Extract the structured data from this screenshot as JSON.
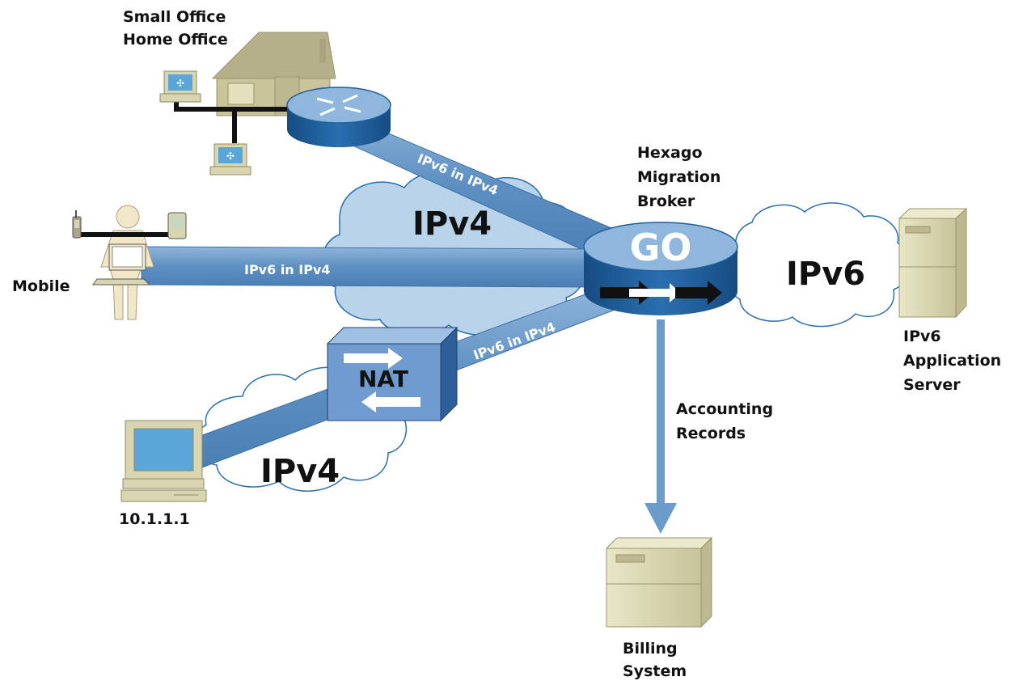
{
  "labels": {
    "soho_line1": "Small Office",
    "soho_line2": "Home Office",
    "broker_line1": "Hexago",
    "broker_line2": "Migration",
    "broker_line3": "Broker",
    "mobile": "Mobile",
    "ipv6_cloud": "IPv6",
    "ipv4_cloud_top": "IPv4",
    "ipv4_cloud_bottom": "IPv4",
    "app_server_line1": "IPv6",
    "app_server_line2": "Application",
    "app_server_line3": "Server",
    "accounting_line1": "Accounting",
    "accounting_line2": "Records",
    "billing_line1": "Billing",
    "billing_line2": "System",
    "host_ip": "10.1.1.1",
    "nat": "NAT",
    "go_logo": "GO"
  },
  "tunnels": {
    "soho": "IPv6 in IPv4",
    "mobile": "IPv6 in IPv4",
    "nat": "IPv6 in IPv4"
  },
  "colors": {
    "tunnel": "#6b9bc9",
    "cloud_ipv4": "#b8d3ea",
    "cloud_white": "#ffffff",
    "router_top": "#8fb6dc",
    "router_body": "#1f5f9c",
    "server": "#d8d5b0",
    "person": "#f1e6c8",
    "house": "#c9c49a",
    "nat_box": "#6f9bd1"
  }
}
